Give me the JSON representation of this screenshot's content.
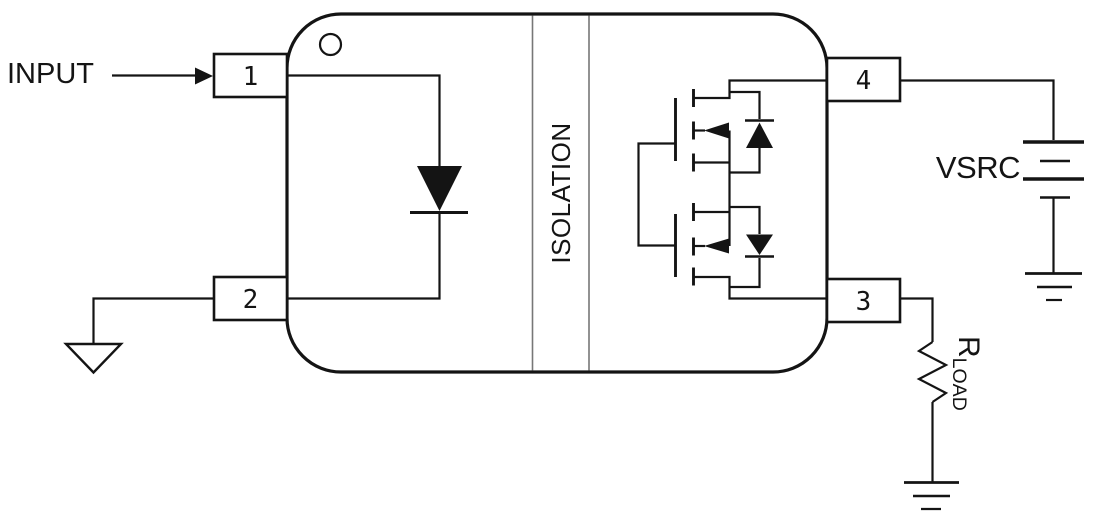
{
  "diagram": {
    "type": "schematic-circuit",
    "labels": {
      "input": "INPUT",
      "isolation": "ISOLATION",
      "vsrc": "VSRC",
      "rload_main": "R",
      "rload_sub": "LOAD"
    },
    "pins": {
      "pin1": "1",
      "pin2": "2",
      "pin3": "3",
      "pin4": "4"
    },
    "colors": {
      "line": "#141414",
      "isolation_line": "#777777",
      "background": "#ffffff",
      "symbol_fill": "#141414"
    },
    "components": {
      "package": "ssr-package-outline",
      "indicator": "pin1-indicator-dot",
      "input_stage": "led-diode",
      "barrier": "isolation-barrier",
      "output_stage": "back-to-back-mosfet-pair",
      "protection": "body-diodes",
      "supply": "vsrc-battery",
      "load": "rload-resistor",
      "grounds": [
        "signal-ground-triangle",
        "vsrc-earth-ground",
        "load-earth-ground"
      ]
    }
  }
}
